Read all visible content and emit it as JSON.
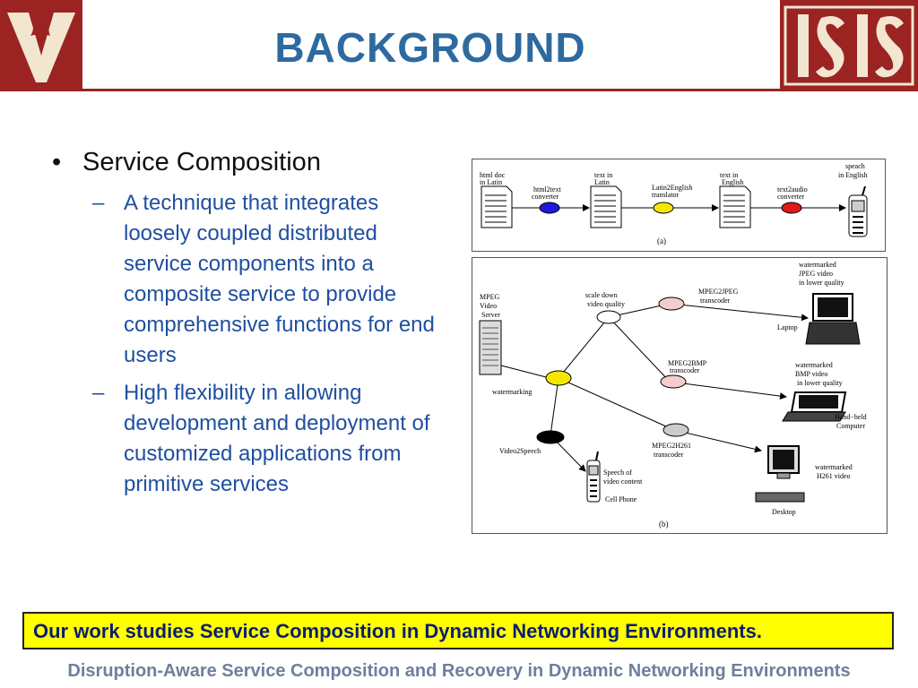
{
  "slide": {
    "title": "BACKGROUND",
    "bullet": "Service Composition",
    "sub_bullets": [
      "A technique that integrates loosely coupled distributed service components into a composite service to provide comprehensive functions for end users",
      "High flexibility in allowing development and deployment of customized applications from primitive services"
    ],
    "callout": "Our work studies Service Composition in Dynamic Networking Environments.",
    "footer": "Disruption-Aware Service Composition and Recovery in Dynamic Networking Environments"
  },
  "figure_a": {
    "caption": "(a)",
    "labels": [
      "html doc",
      "in Latin",
      "html2text",
      "converter",
      "text in",
      "Latin",
      "Latin2English",
      "translator",
      "text in",
      "English",
      "text2audio",
      "converter",
      "speach",
      "in English"
    ]
  },
  "figure_b": {
    "caption": "(b)",
    "labels": [
      "MPEG",
      "Video",
      "Server",
      "scale down",
      "video quality",
      "MPEG2JPEG",
      "transcoder",
      "watermarked",
      "JPEG video",
      "in lower quality",
      "Laptop",
      "MPEG2BMP",
      "transcoder",
      "watermarked",
      "BMP video",
      "in lower quality",
      "watermarking",
      "Hand−held",
      "Computer",
      "MPEG2H261",
      "transcoder",
      "Video2Speech",
      "Speech of",
      "video content",
      "Cell Phone",
      "watermarked",
      "H261 video",
      "Desktop"
    ]
  },
  "colors": {
    "brand_red": "#9b2423",
    "title_blue": "#2e6aa0",
    "callout_yellow": "#ffff00"
  }
}
